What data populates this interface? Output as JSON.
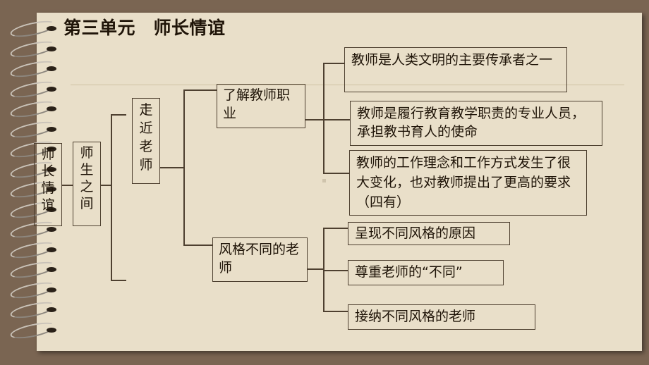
{
  "title": "第三单元　师长情谊",
  "root": "师长情谊",
  "level1": "师生之间",
  "level2": "走近老师",
  "branch_a": {
    "label": "了解教师职业",
    "items": [
      "教师是人类文明的主要传承者之一",
      "教师是履行教育教学职责的专业人员，承担教书育人的使命",
      "教师的工作理念和工作方式发生了很大变化，也对教师提出了更高的要求（四有）"
    ]
  },
  "branch_b": {
    "label": "风格不同的老师",
    "items": [
      "呈现不同风格的原因",
      "尊重老师的“不同”",
      "接纳不同风格的老师"
    ]
  }
}
